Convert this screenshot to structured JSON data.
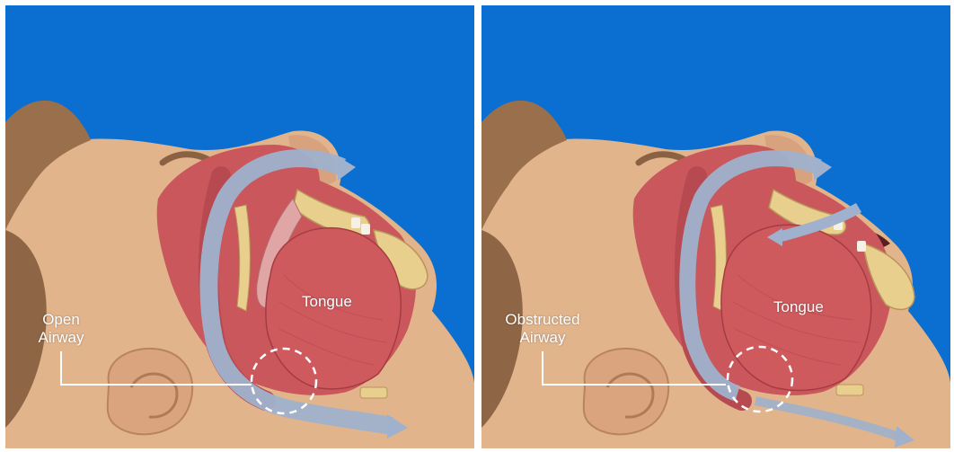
{
  "panels": [
    {
      "airway_label_line1": "Open",
      "airway_label_line2": "Airway",
      "tongue_label": "Tongue"
    },
    {
      "airway_label_line1": "Obstructed",
      "airway_label_line2": "Airway",
      "tongue_label": "Tongue"
    }
  ],
  "colors": {
    "background": "#0a6fd0",
    "skin": "#e2b48c",
    "hair": "#9a6f4c",
    "tissue": "#c9575b",
    "tongue": "#cf5a5d",
    "bone": "#e8cf8e",
    "airflow": "#9fb1cc",
    "label_text": "#ffffff"
  },
  "icons": {
    "airflow_arrow": "airflow-arrow-icon",
    "highlight_circle": "dashed-circle-icon"
  }
}
